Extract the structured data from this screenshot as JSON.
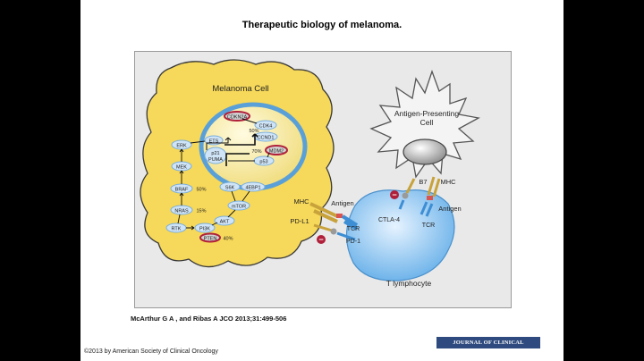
{
  "slide": {
    "title": "Therapeutic biology of melanoma.",
    "citation": "McArthur G A , and Ribas A JCO 2013;31:499-506",
    "copyright": "©2013 by American Society of Clinical Oncology",
    "journal_logo": "JOURNAL OF CLINICAL ONCOLOGY"
  },
  "diagram": {
    "melanoma_cell": "Melanoma Cell",
    "apc_line1": "Antigen-Presenting",
    "apc_line2": "Cell",
    "t_cell": "T lymphocyte",
    "nodes": {
      "cdkn2a": "CDKN2A",
      "cdk4": "CDK4",
      "ccnd1": "CCND1",
      "mdm2": "MDM2",
      "ets": "ETS",
      "p21": "p21",
      "puma": "PUMA",
      "p53": "p53",
      "erk": "ERK",
      "mek": "MEK",
      "braf": "BRAF",
      "nras": "NRAS",
      "rtk": "RTK",
      "pi3k": "PI3K",
      "pten": "PTEN",
      "akt": "AKT",
      "mtor": "mTOR",
      "s6k": "S6K",
      "4ebp1": "4EBP1"
    },
    "percents": {
      "cdk_50": "50%",
      "mdm2_70": "70%",
      "braf_50": "50%",
      "nras_15": "15%",
      "pten_40": "40%"
    },
    "receptors": {
      "mhc_left": "MHC",
      "antigen_left": "Antigen",
      "pdl1": "PD-L1",
      "tcr_left": "TCR",
      "pd1": "PD-1",
      "ctla4": "CTLA-4",
      "b7": "B7",
      "mhc_right": "MHC",
      "antigen_right": "Antigen",
      "tcr_right": "TCR"
    },
    "inhibit_symbol": "−"
  }
}
